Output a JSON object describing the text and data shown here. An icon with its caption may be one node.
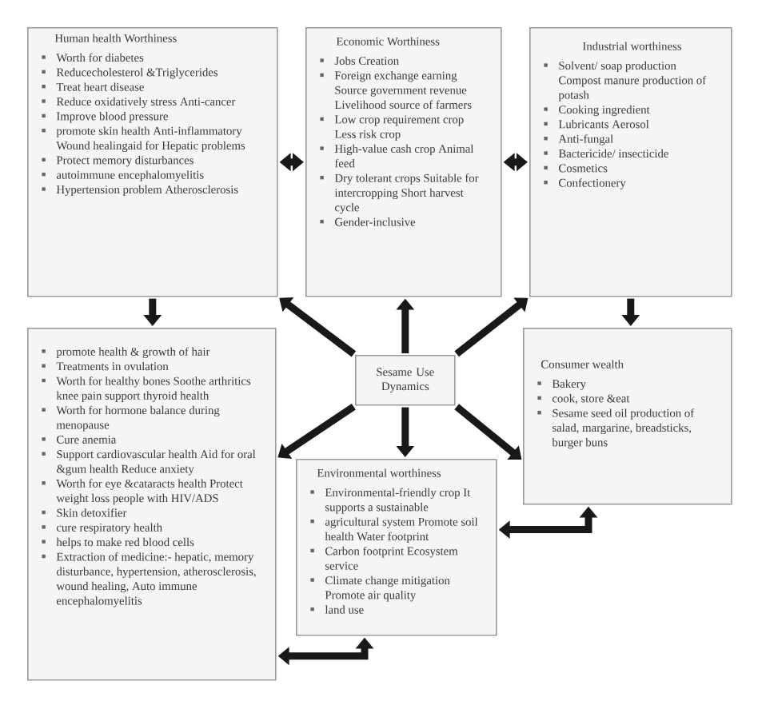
{
  "diagram": {
    "nodes": [
      {
        "text": [
          "Human health Worthiness",
          "Worth for diabetes",
          "Reducecholesterol &Triglycerides",
          "Treat heart disease",
          "Reduce oxidatively stress Anti-cancer",
          "Improve blood pressure",
          "promote skin health Anti-inflammatory Wound healingaid for Hepatic problems",
          "Protect memory disturbances",
          "autoimmune encephalomyelitis",
          "Hypertension problem Atherosclerosis"
        ]
      },
      {
        "text": [
          "Economic Worthiness",
          "Jobs Creation",
          "Foreign exchange earning Source government revenue Livelihood source of farmers",
          "Low crop requirement crop Less risk crop",
          "High-value cash crop Animal feed",
          "Dry tolerant crops Suitable for intercropping Short harvest cycle",
          "Gender-inclusive"
        ]
      },
      {
        "text": [
          "Industrial worthiness",
          "Solvent/ soap production Compost manure production of potash",
          "Cooking ingredient",
          "Lubricants Aerosol",
          "Anti-fungal",
          "Bactericide/ insecticide",
          "Cosmetics",
          "Confectionery"
        ]
      },
      {
        "text": [
          "promote health & growth of hair",
          "Treatments in ovulation",
          "Worth for healthy bones Soothe arthritics knee pain support thyroid health",
          "Worth for hormone balance during menopause",
          "Cure anemia",
          "Support cardiovascular health Aid for oral &gum health Reduce anxiety",
          "Worth for eye &cataracts health Protect weight loss people with HIV/ADS",
          "Skin detoxifier",
          "cure respiratory health",
          "helps to make red blood cells",
          "Extraction of medicine:- hepatic, memory disturbance, hypertension, atherosclerosis, wound healing, Auto immune encephalomyelitis"
        ]
      },
      {
        "text": [
          "Sesame Use Dynamics"
        ]
      },
      {
        "text": [
          "Environmental worthiness",
          "Environmental-friendly crop It supports a sustainable",
          "agricultural system Promote soil health Water footprint",
          "Carbon footprint Ecosystem service",
          "Climate change mitigation Promote air quality",
          "land use"
        ]
      },
      {
        "text": [
          "Consumer wealth",
          "Bakery",
          "cook, store &eat",
          "Sesame seed oil production of salad, margarine, breadsticks, burger buns"
        ]
      }
    ],
    "edges": [
      {
        "from": 0,
        "to": 1,
        "arrow": "both"
      },
      {
        "from": 1,
        "to": 2,
        "arrow": "both"
      },
      {
        "from": 0,
        "to": 3,
        "arrow": "to"
      },
      {
        "from": 2,
        "to": 6,
        "arrow": "to"
      },
      {
        "from": 4,
        "to": 1,
        "arrow": "to"
      },
      {
        "from": 4,
        "to": 0,
        "arrow": "to"
      },
      {
        "from": 4,
        "to": 2,
        "arrow": "to"
      },
      {
        "from": 4,
        "to": 3,
        "arrow": "to"
      },
      {
        "from": 4,
        "to": 5,
        "arrow": "to"
      },
      {
        "from": 4,
        "to": 6,
        "arrow": "to"
      },
      {
        "from": 6,
        "to": 5,
        "arrow": "both"
      },
      {
        "from": 3,
        "to": 5,
        "arrow": "both"
      }
    ]
  }
}
